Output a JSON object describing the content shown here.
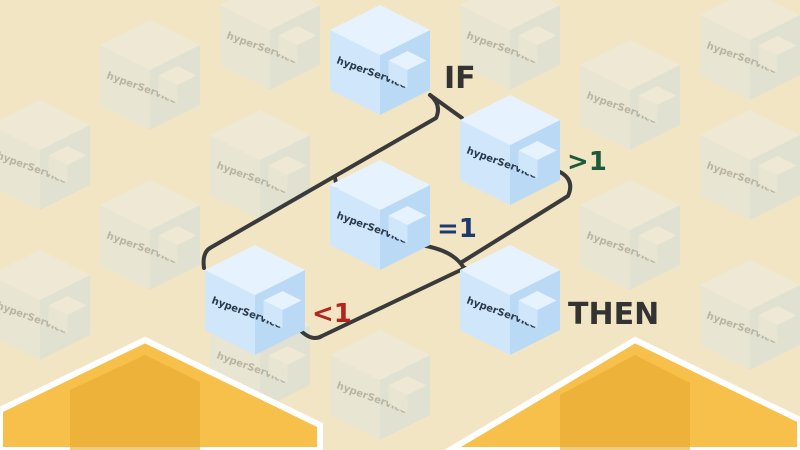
{
  "cube_label": "hyperService",
  "labels": {
    "if": "IF",
    "greater": ">1",
    "equal": "=1",
    "less": "<1",
    "then": "THEN"
  },
  "colors": {
    "background": "#f2e5c4",
    "cube_top": "#e6f3ff",
    "cube_left": "#cfe6fb",
    "cube_right": "#b9d9f5",
    "connector": "#3a3a3a",
    "greater": "#1d5a3a",
    "equal": "#1d3a6e",
    "less": "#b3261e",
    "text_dark": "#333333",
    "mountain": "#f6c04a"
  }
}
